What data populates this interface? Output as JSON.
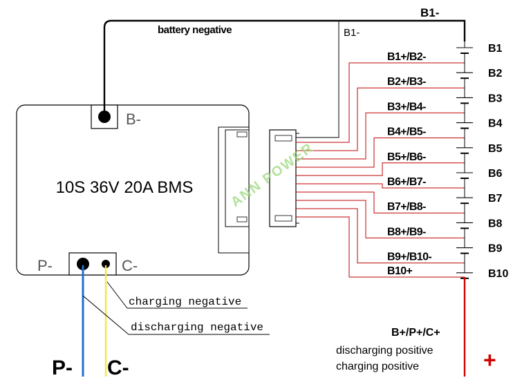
{
  "board": {
    "title": "10S 36V 20A BMS",
    "b_minus_label": "B-",
    "p_minus_label": "P-",
    "c_minus_label": "C-"
  },
  "watermark": "ANN POWER",
  "top_wire": {
    "battery_negative_label": "battery negative",
    "b1_minus_top": "B1-",
    "b1_minus_connector": "B1-"
  },
  "balance_wires": [
    "B1+/B2-",
    "B2+/B3-",
    "B3+/B4-",
    "B4+/B5-",
    "B5+/B6-",
    "B6+/B7-",
    "B7+/B8-",
    "B8+/B9-",
    "B9+/B10-",
    "B10+"
  ],
  "cells": [
    "B1",
    "B2",
    "B3",
    "B4",
    "B5",
    "B6",
    "B7",
    "B8",
    "B9",
    "B10"
  ],
  "callouts": {
    "charging_negative": "charging negative",
    "discharging_negative": "discharging negative"
  },
  "big_labels": {
    "p_minus": "P-",
    "c_minus": "C-",
    "plus": "+"
  },
  "positive_terminal": {
    "title": "B+/P+/C+",
    "line1": "discharging positive",
    "line2": "charging positive"
  },
  "colors": {
    "balance_wire": "#c00000",
    "discharge_wire": "#1e6fd0",
    "charge_wire": "#f5e642",
    "positive_wire": "#d00000",
    "watermark": "#9ad87a"
  }
}
